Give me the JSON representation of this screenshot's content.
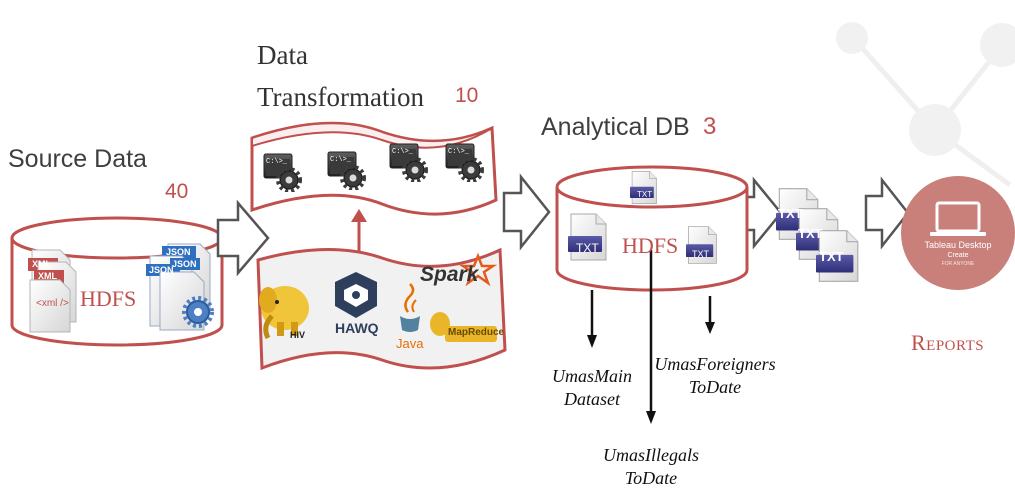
{
  "stages": {
    "source": {
      "title": "Source Data",
      "count": "40",
      "store_label": "HDFS",
      "file_labels": [
        "XML",
        "XML",
        "<xml />",
        "JSON",
        "JSON",
        "JSON"
      ]
    },
    "transformation": {
      "title_line1": "Data",
      "title_line2": "Transformation",
      "count": "10",
      "terminal_label": "C:\\>_",
      "tools": [
        "HIV",
        "HAWQ",
        "Java",
        "Spark",
        "MapReduce"
      ]
    },
    "analytical": {
      "title": "Analytical DB",
      "count": "3",
      "store_label": "HDFS",
      "file_label": "TXT"
    },
    "datasets": [
      {
        "line1": "UmasMain",
        "line2": "Dataset"
      },
      {
        "line1": "UmasIllegals",
        "line2": "ToDate"
      },
      {
        "line1": "UmasForeigners",
        "line2": "ToDate"
      }
    ],
    "export_file_label": "TXT",
    "reports": {
      "label": "Reports",
      "tool_name": "Tableau Desktop",
      "tool_line2": "Create",
      "tool_line3": "FOR ANYONE"
    }
  },
  "colors": {
    "accent": "#c0504d",
    "file_blue": "#3f3f8f",
    "circle": "#c9807a",
    "arrow": "#555555"
  },
  "icons": [
    "hadoop-elephant-icon",
    "hawq-icon",
    "java-icon",
    "spark-icon",
    "mapreduce-icon",
    "laptop-icon",
    "terminal-gear-icon"
  ]
}
